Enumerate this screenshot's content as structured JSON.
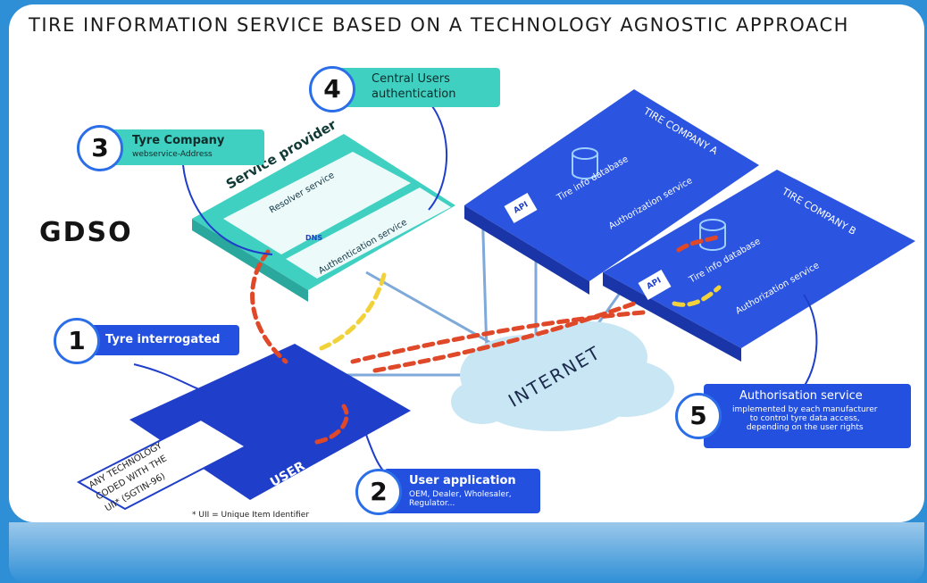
{
  "title": "TIRE INFORMATION SERVICE BASED ON A TECHNOLOGY AGNOSTIC APPROACH",
  "logo": "GDSO",
  "footnote": "* UII = Unique Item Identifier",
  "internet_label": "INTERNET",
  "service_provider": {
    "title": "Service provider",
    "resolver": "Resolver service",
    "dns": "DNS",
    "authentication": "Authentication service"
  },
  "company_a": {
    "name": "TIRE COMPANY A",
    "api": "API",
    "database": "Tire info database",
    "authorization": "Authorization service"
  },
  "company_b": {
    "name": "TIRE COMPANY B",
    "api": "API",
    "database": "Tire info database",
    "authorization": "Authorization service"
  },
  "user_area": {
    "label": "USER",
    "technology_note": [
      "ANY TECHNOLOGY",
      "CODED WITH THE",
      "UII* (SGTIN-96)"
    ]
  },
  "callouts": [
    {
      "number": "1",
      "title": "Tyre interrogated",
      "subtitle": ""
    },
    {
      "number": "2",
      "title": "User application",
      "subtitle": "OEM, Dealer, Wholesaler,\nRegulator..."
    },
    {
      "number": "3",
      "title": "Tyre Company",
      "subtitle": "webservice-Address"
    },
    {
      "number": "4",
      "title": "Central Users",
      "subtitle": "authentication"
    },
    {
      "number": "5",
      "title": "Authorisation service",
      "subtitle": "implemented by each manufacturer\nto control tyre data access,\ndepending on the user rights"
    }
  ],
  "colors": {
    "background": "#2f8fd6",
    "teal": "#3fd0c2",
    "blue": "#2450e0",
    "navy": "#1f3ec9",
    "arrow_red": "#e0482a",
    "arrow_yellow": "#f2d23a"
  }
}
